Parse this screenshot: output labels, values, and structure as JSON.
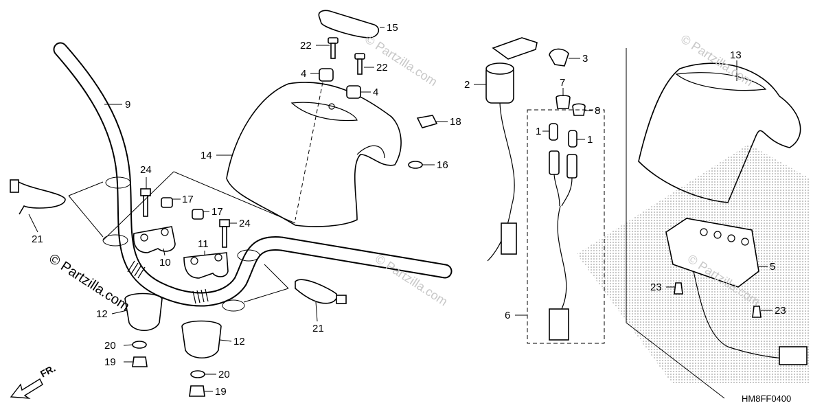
{
  "diagram_code": "HM8FF0400",
  "front_arrow_label": "FR.",
  "watermark": "© Partzilla.com",
  "callouts": [
    {
      "id": "c15",
      "label": "15"
    },
    {
      "id": "c22a",
      "label": "22"
    },
    {
      "id": "c22b",
      "label": "22"
    },
    {
      "id": "c4a",
      "label": "4"
    },
    {
      "id": "c4b",
      "label": "4"
    },
    {
      "id": "c9",
      "label": "9"
    },
    {
      "id": "c14",
      "label": "14"
    },
    {
      "id": "c18",
      "label": "18"
    },
    {
      "id": "c16",
      "label": "16"
    },
    {
      "id": "c24a",
      "label": "24"
    },
    {
      "id": "c17a",
      "label": "17"
    },
    {
      "id": "c17b",
      "label": "17"
    },
    {
      "id": "c24b",
      "label": "24"
    },
    {
      "id": "c21a",
      "label": "21"
    },
    {
      "id": "c10",
      "label": "10"
    },
    {
      "id": "c11",
      "label": "11"
    },
    {
      "id": "c12a",
      "label": "12"
    },
    {
      "id": "c12b",
      "label": "12"
    },
    {
      "id": "c20a",
      "label": "20"
    },
    {
      "id": "c19a",
      "label": "19"
    },
    {
      "id": "c20b",
      "label": "20"
    },
    {
      "id": "c19b",
      "label": "19"
    },
    {
      "id": "c21b",
      "label": "21"
    },
    {
      "id": "c2",
      "label": "2"
    },
    {
      "id": "c3",
      "label": "3"
    },
    {
      "id": "c7",
      "label": "7"
    },
    {
      "id": "c8",
      "label": "8"
    },
    {
      "id": "c1a",
      "label": "1"
    },
    {
      "id": "c1b",
      "label": "1"
    },
    {
      "id": "c6",
      "label": "6"
    },
    {
      "id": "c13",
      "label": "13"
    },
    {
      "id": "c5",
      "label": "5"
    },
    {
      "id": "c23a",
      "label": "23"
    },
    {
      "id": "c23b",
      "label": "23"
    }
  ]
}
